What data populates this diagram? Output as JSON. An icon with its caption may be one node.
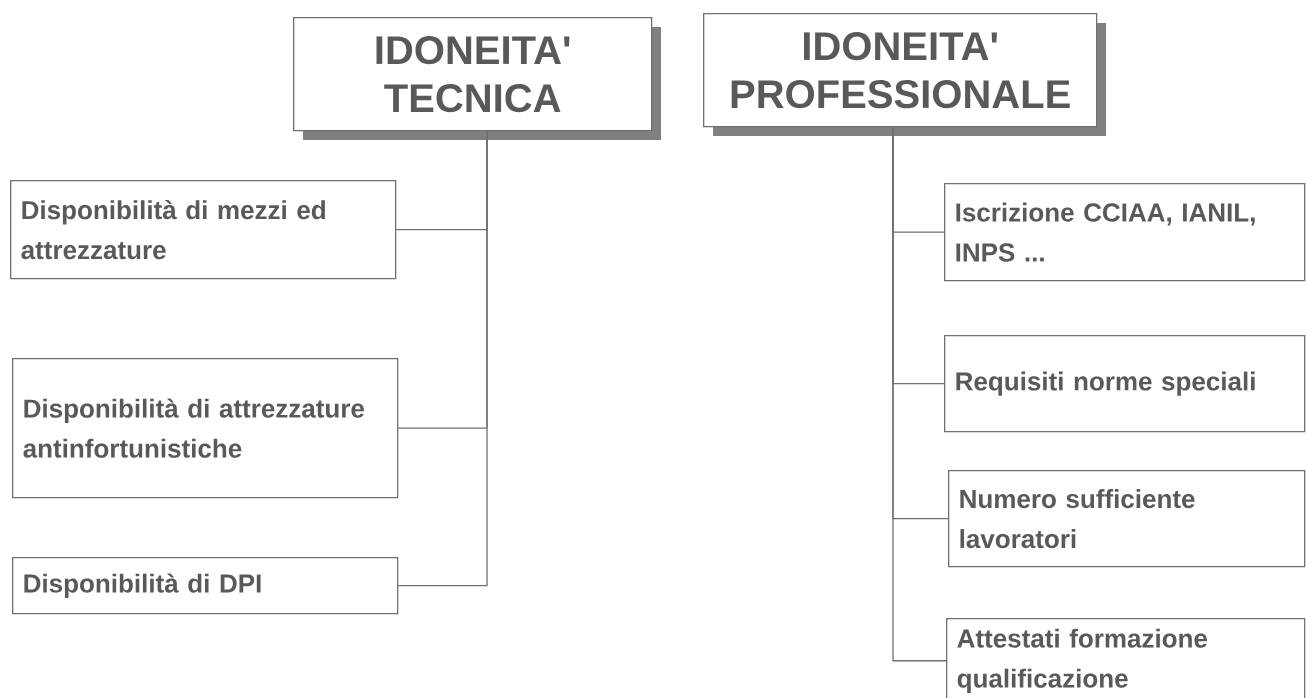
{
  "diagram": {
    "nodes": [
      {
        "text": [
          "IDONEITA' TECNICA"
        ]
      },
      {
        "text": [
          "IDONEITA' PROFESSIONALE"
        ]
      },
      {
        "text": [
          "Disponibilità di mezzi ed attrezzature"
        ]
      },
      {
        "text": [
          "Disponibilità di attrezzature antinfortunistiche"
        ]
      },
      {
        "text": [
          "Disponibilità di DPI"
        ]
      },
      {
        "text": [
          "Iscrizione CCIAA, IANIL, INPS ..."
        ]
      },
      {
        "text": [
          "Requisiti norme speciali"
        ]
      },
      {
        "text": [
          "Numero sufficiente lavoratori"
        ]
      },
      {
        "text": [
          "Attestati formazione qualificazione"
        ]
      }
    ],
    "edges": [
      {
        "from": 0,
        "to": 2,
        "arrow": "none"
      },
      {
        "from": 0,
        "to": 3,
        "arrow": "none"
      },
      {
        "from": 0,
        "to": 4,
        "arrow": "none"
      },
      {
        "from": 1,
        "to": 5,
        "arrow": "none"
      },
      {
        "from": 1,
        "to": 6,
        "arrow": "none"
      },
      {
        "from": 1,
        "to": 7,
        "arrow": "none"
      },
      {
        "from": 1,
        "to": 8,
        "arrow": "none"
      }
    ]
  }
}
